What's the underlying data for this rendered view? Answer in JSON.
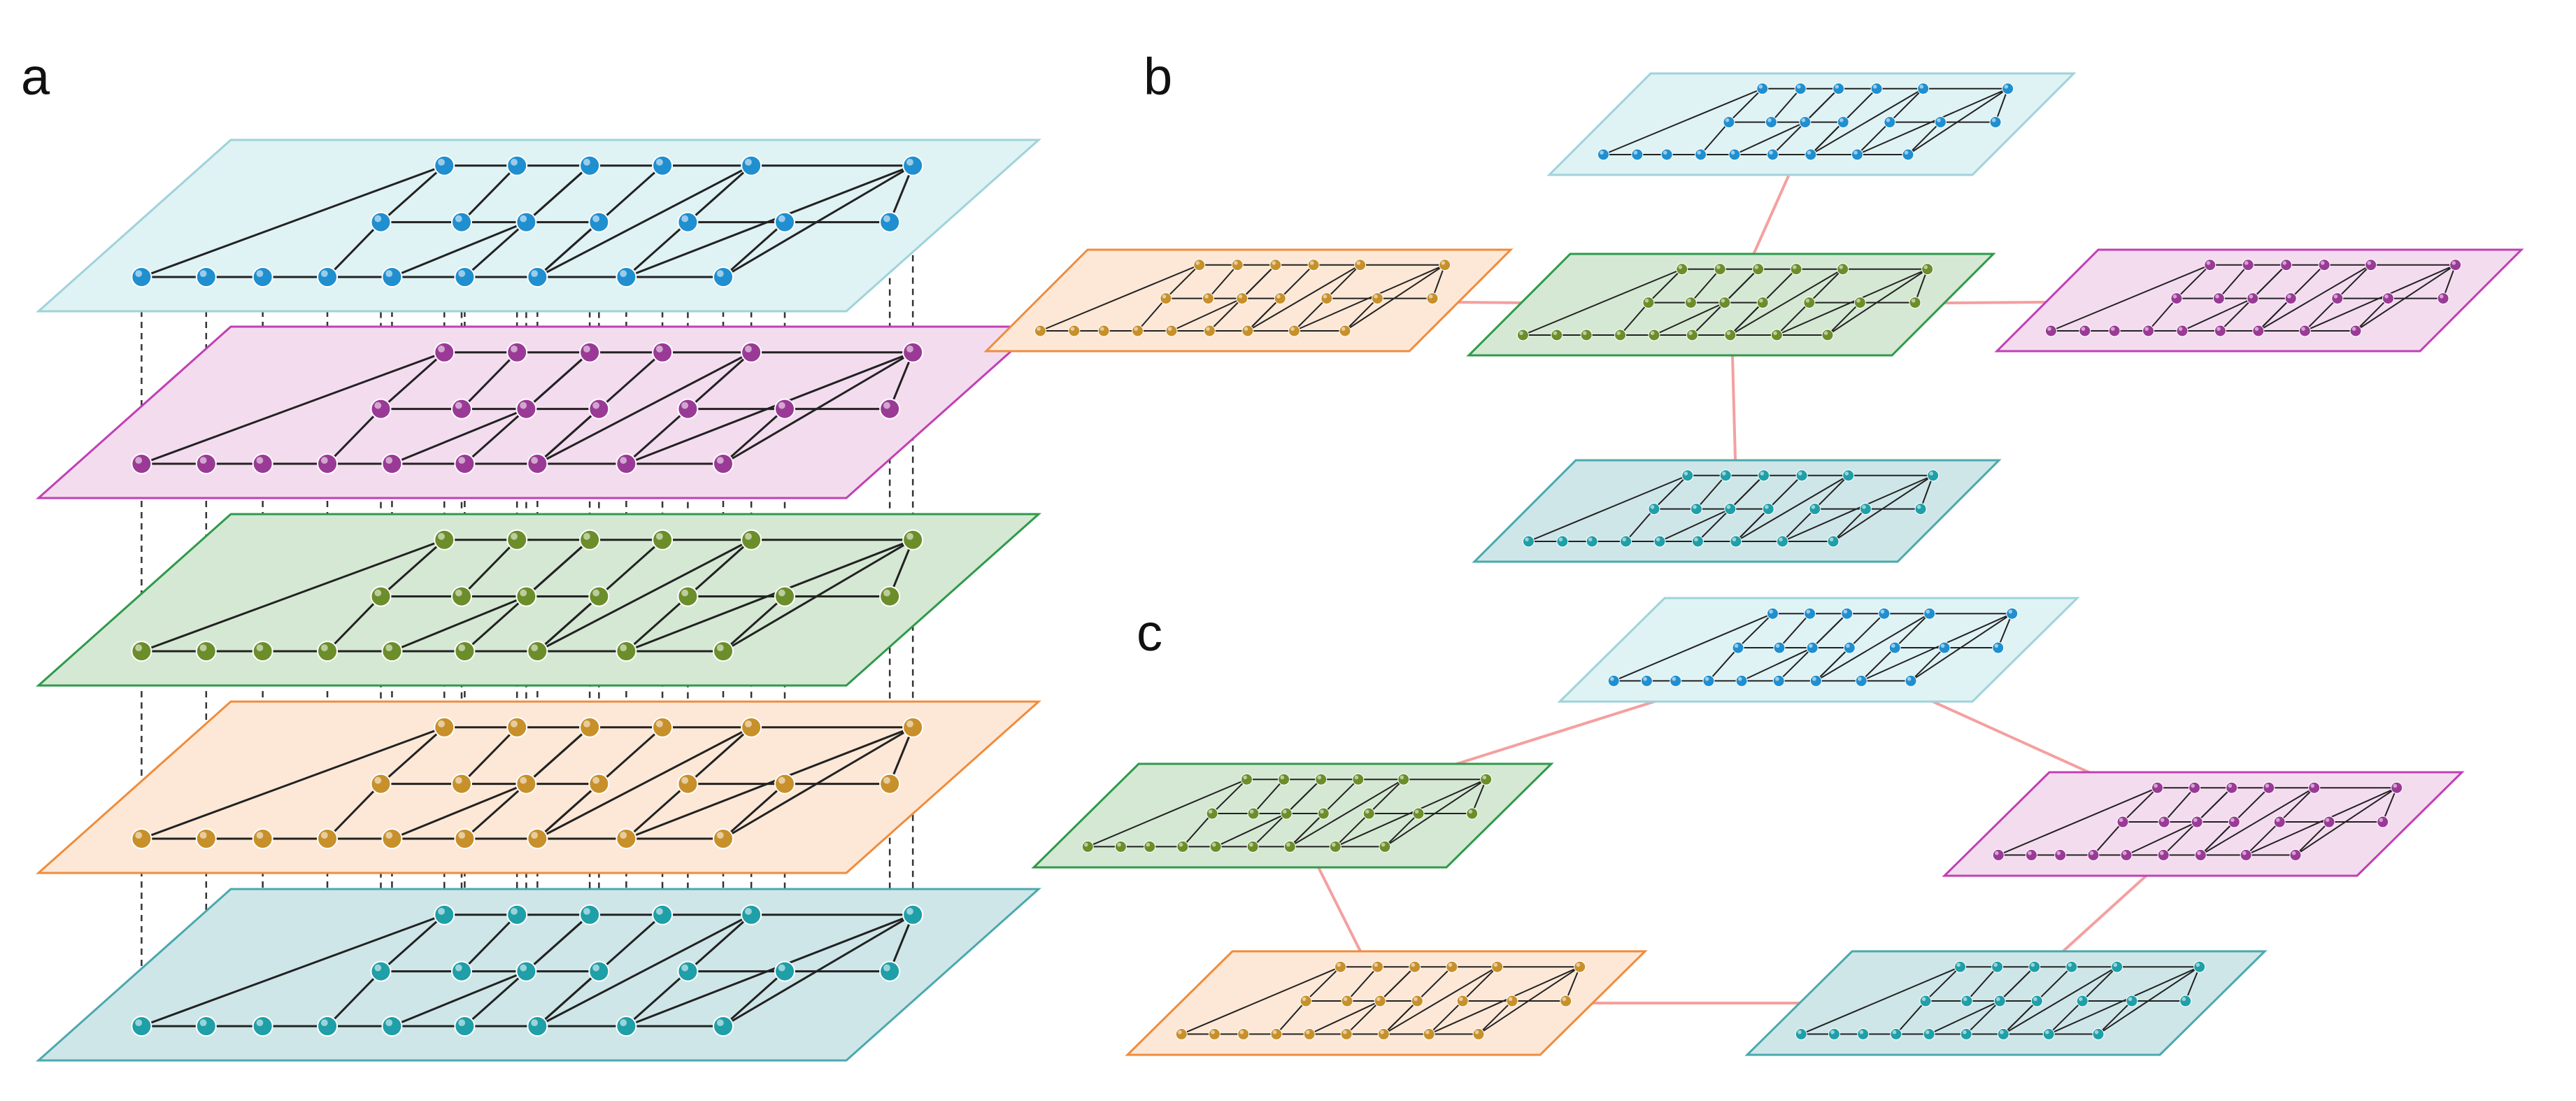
{
  "panels": [
    {
      "label": "a"
    },
    {
      "label": "b"
    },
    {
      "label": "c"
    }
  ],
  "layer_colors": {
    "light-blue": {
      "fill": "#dff2f4",
      "stroke": "#9fd3da",
      "node": "#1f8fd0"
    },
    "pink": {
      "fill": "#f4dcef",
      "stroke": "#c040b4",
      "node": "#9a3a96"
    },
    "green": {
      "fill": "#d5e8d4",
      "stroke": "#2e9a4a",
      "node": "#6b8e2a"
    },
    "orange": {
      "fill": "#fde8d7",
      "stroke": "#f08c3c",
      "node": "#c8902a"
    },
    "teal": {
      "fill": "#cfe6e8",
      "stroke": "#4aa9ae",
      "node": "#1f9fa8"
    }
  },
  "edge_colors": {
    "interlayer_dashed": "#333333",
    "layer_link": "#f4a0a0",
    "intralayer": "#222222"
  },
  "network": {
    "nodes_per_layer": 22,
    "edges_per_layer": 34,
    "layers_in_stack": [
      "light-blue",
      "pink",
      "green",
      "orange",
      "teal"
    ]
  },
  "panel_b": {
    "layers": [
      "light-blue",
      "orange",
      "green",
      "pink",
      "teal"
    ],
    "links": [
      [
        "light-blue",
        "green"
      ],
      [
        "orange",
        "green"
      ],
      [
        "green",
        "pink"
      ],
      [
        "green",
        "teal"
      ]
    ]
  },
  "panel_c": {
    "layers": [
      "light-blue",
      "green",
      "pink",
      "orange",
      "teal"
    ],
    "links": [
      [
        "light-blue",
        "green"
      ],
      [
        "light-blue",
        "pink"
      ],
      [
        "green",
        "orange"
      ],
      [
        "orange",
        "teal"
      ],
      [
        "teal",
        "pink"
      ]
    ]
  }
}
